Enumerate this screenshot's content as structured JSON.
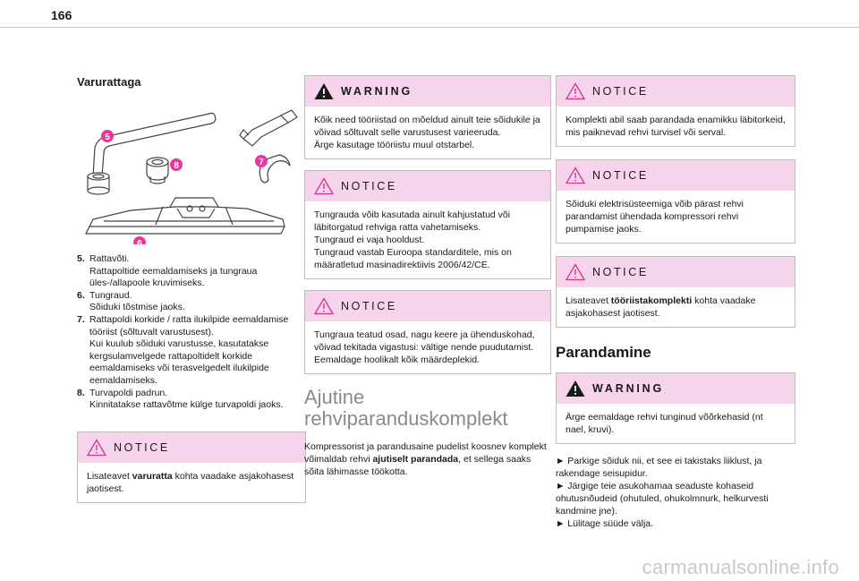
{
  "page": {
    "number": "166"
  },
  "col1": {
    "title": "Varurattaga",
    "figure": {
      "callouts": [
        "5",
        "8",
        "7",
        "6"
      ],
      "accent": "#e6399b"
    },
    "items": [
      {
        "n": "5.",
        "lines": [
          "Rattavõti.",
          "Rattapoltide eemaldamiseks ja tungraua üles-/allapoole kruvimiseks."
        ]
      },
      {
        "n": "6.",
        "lines": [
          "Tungraud.",
          "Sõiduki tõstmise jaoks."
        ]
      },
      {
        "n": "7.",
        "lines": [
          "Rattapoldi korkide / ratta ilukilpide eemaldamise tööriist (sõltuvalt varustusest).",
          "Kui kuulub sõiduki varustusse, kasutatakse kergsulamvelgede rattapoltidelt korkide eemaldamiseks või terasvelgedelt ilukilpide eemaldamiseks."
        ]
      },
      {
        "n": "8.",
        "lines": [
          "Turvapoldi padrun.",
          "Kinnitatakse rattavõtme külge turvapoldi jaoks."
        ]
      }
    ],
    "notice": {
      "label": "NOTICE",
      "pre": "Lisateavet ",
      "bold": "varuratta",
      "post": " kohta vaadake asjakohasest jaotisest."
    }
  },
  "col2": {
    "warning": {
      "label": "WARNING",
      "lines": [
        "Kõik need tööriistad on mõeldud ainult teie sõidukile ja võivad sõltuvalt selle varustusest varieeruda.",
        "Ärge kasutage tööriistu muul otstarbel."
      ]
    },
    "notice1": {
      "label": "NOTICE",
      "lines": [
        "Tungrauda võib kasutada ainult kahjustatud või läbitorgatud rehviga ratta vahetamiseks.",
        "Tungraud ei vaja hooldust.",
        "Tungraud vastab Euroopa standarditele, mis on määratletud masinadirektiivis 2006/42/CE."
      ]
    },
    "notice2": {
      "label": "NOTICE",
      "lines": [
        "Tungraua teatud osad, nagu keere ja ühenduskohad, võivad tekitada vigastusi: vältige nende puudutamist.",
        "Eemaldage hoolikalt kõik määrdeplekid."
      ]
    },
    "heading_line1": "Ajutine",
    "heading_line2": "rehviparanduskomplekt",
    "para": {
      "pre": "Kompressorist ja parandusaine pudelist koosnev komplekt võimaldab rehvi ",
      "bold": "ajutiselt parandada",
      "post": ", et sellega saaks sõita lähimasse töökotta."
    }
  },
  "col3": {
    "notice1": {
      "label": "NOTICE",
      "text": "Komplekti abil saab parandada enamikku läbitorkeid, mis paiknevad rehvi turvisel või serval."
    },
    "notice2": {
      "label": "NOTICE",
      "text": "Sõiduki elektrisüsteemiga võib pärast rehvi parandamist ühendada kompressori rehvi pumpamise jaoks."
    },
    "notice3": {
      "label": "NOTICE",
      "pre": "Lisateavet ",
      "bold": "tööriistakomplekti",
      "post": " kohta vaadake asjakohasest jaotisest."
    },
    "heading": "Parandamine",
    "warning": {
      "label": "WARNING",
      "text": "Ärge eemaldage rehvi tunginud võõrkehasid (nt nael, kruvi)."
    },
    "steps": [
      "► Parkige sõiduk nii, et see ei takistaks liiklust, ja rakendage seisupidur.",
      "► Järgige teie asukohamaa seaduste kohaseid ohutusnõudeid (ohutuled, ohukolmnurk, helkurvesti kandmine jne).",
      "► Lülitage süüde välja."
    ]
  },
  "footer": {
    "watermark": "carmanualsonline.info"
  },
  "colors": {
    "box_header": "#f6d4ec",
    "callout": "#e6399b",
    "warning_icon": "#d6338f"
  }
}
